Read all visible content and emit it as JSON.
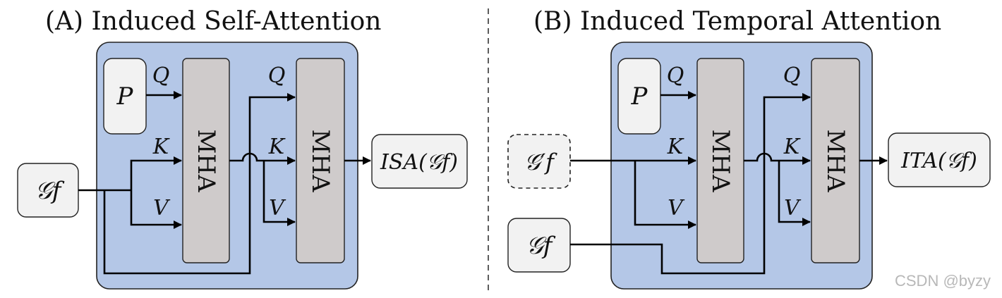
{
  "panel_a": {
    "title": "(A) Induced Self-Attention",
    "p_label": "P",
    "input_label": "𝒢f",
    "mha1": {
      "label": "MHA",
      "q": "Q",
      "k": "K",
      "v": "V"
    },
    "mha2": {
      "label": "MHA",
      "q": "Q",
      "k": "K",
      "v": "V"
    },
    "output_label": "ISA(𝒢f)"
  },
  "panel_b": {
    "title": "(B) Induced Temporal Attention",
    "p_label": "P",
    "input1_label": "𝒢′f",
    "input2_label": "𝒢f",
    "mha1": {
      "label": "MHA",
      "q": "Q",
      "k": "K",
      "v": "V"
    },
    "mha2": {
      "label": "MHA",
      "q": "Q",
      "k": "K",
      "v": "V"
    },
    "output_label": "ITA(𝒢f)"
  },
  "watermark": "CSDN @byzy",
  "colors": {
    "panel_fill": "#b4c7e7",
    "mha_fill": "#cfcbcb",
    "box_fill": "#f2f2f2"
  }
}
